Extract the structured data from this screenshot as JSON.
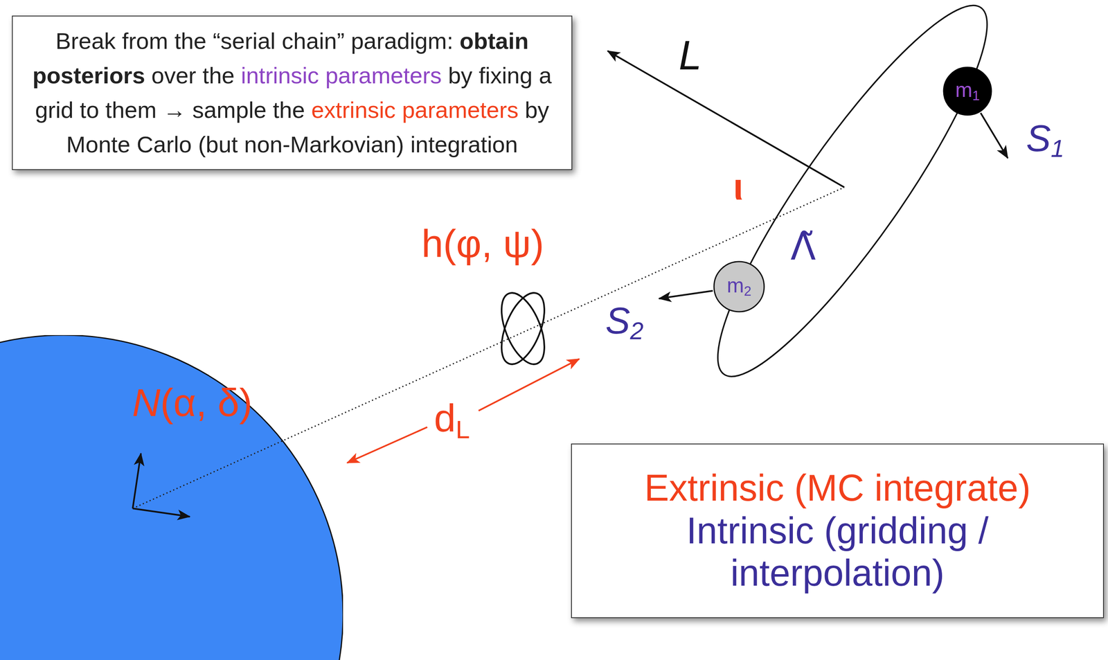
{
  "diagram": {
    "nodes": [
      {
        "text": [
          "Break from the “serial chain” paradigm: obtain posteriors over the intrinsic parameters by fixing a grid to them → sample the extrinsic parameters by Monte Carlo (but non-Markovian) integration"
        ]
      },
      {
        "text": [
          "m1"
        ]
      },
      {
        "text": [
          "m2"
        ]
      },
      {
        "text": [
          "N(α, δ)"
        ]
      },
      {
        "text": [
          "Extrinsic (MC integrate)",
          "Intrinsic (gridding / interpolation)"
        ]
      }
    ],
    "labels": [
      "L",
      "S1",
      "ι",
      "h(φ, ψ)",
      "Λ̃",
      "S2",
      "dL"
    ]
  }
}
